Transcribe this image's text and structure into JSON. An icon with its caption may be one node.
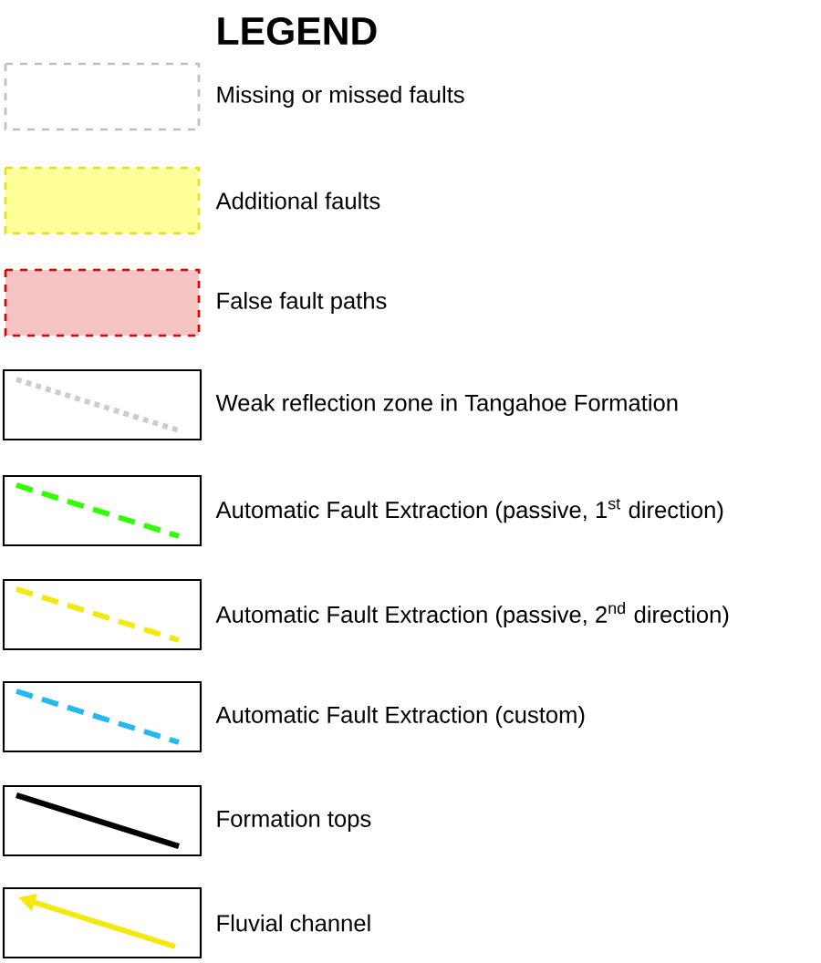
{
  "diagram": {
    "title": "LEGEND",
    "legend": [
      {
        "text": "Missing or missed faults"
      },
      {
        "text": "Additional faults",
        "color": "#ffff99"
      },
      {
        "text": "False fault paths",
        "color": "#f7c4c4"
      },
      {
        "text": "Weak reflection zone in Tangahoe Formation"
      },
      {
        "text": "Automatic Fault Extraction (passive, 1$^{st}$ direction)"
      },
      {
        "text": "Automatic Fault Extraction (passive, 2$^{nd}$ direction)"
      },
      {
        "text": "Automatic Fault Extraction (custom)"
      },
      {
        "text": "Formation tops"
      },
      {
        "text": "Fluvial channel"
      }
    ]
  }
}
